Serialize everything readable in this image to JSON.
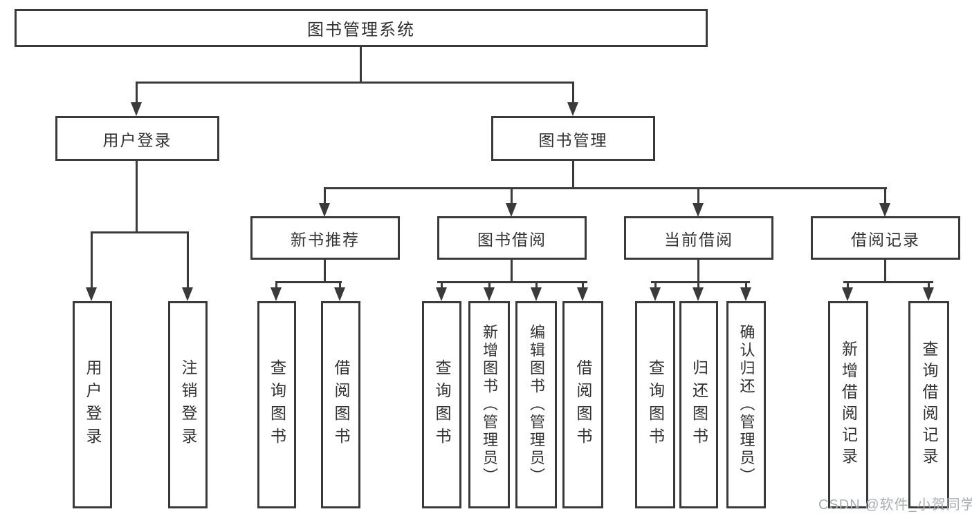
{
  "diagram": {
    "root": {
      "label": "图书管理系统"
    },
    "branches": [
      {
        "label": "用户登录",
        "children": [
          {
            "label": "用户登录"
          },
          {
            "label": "注销登录"
          }
        ]
      },
      {
        "label": "图书管理",
        "children": [
          {
            "label": "新书推荐",
            "children": [
              {
                "label": "查询图书"
              },
              {
                "label": "借阅图书"
              }
            ]
          },
          {
            "label": "图书借阅",
            "children": [
              {
                "label": "查询图书"
              },
              {
                "label": "新增图书（管理员）"
              },
              {
                "label": "编辑图书（管理员）"
              },
              {
                "label": "借阅图书"
              }
            ]
          },
          {
            "label": "当前借阅",
            "children": [
              {
                "label": "查询图书"
              },
              {
                "label": "归还图书"
              },
              {
                "label": "确认归还（管理员）"
              }
            ]
          },
          {
            "label": "借阅记录",
            "children": [
              {
                "label": "新增借阅记录"
              },
              {
                "label": "查询借阅记录"
              }
            ]
          }
        ]
      }
    ]
  },
  "watermark": {
    "text": "CSDN @软件_小贺同学"
  },
  "colors": {
    "line": "#3a3a3a",
    "text": "#313131",
    "watermark": "#aaadb2",
    "background": "#ffffff"
  }
}
